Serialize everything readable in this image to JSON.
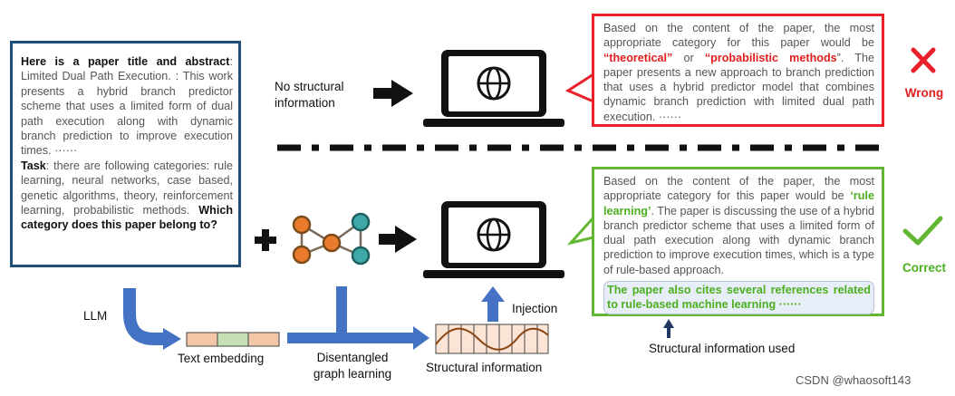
{
  "prompt": {
    "heading": "Here is a paper title and abstract",
    "abstract": ": Limited Dual Path Execution. : This work presents a hybrid branch predictor scheme that uses a limited form of dual path execution along with dynamic branch prediction to improve execution times. ······",
    "task_label": "Task",
    "task_text": ": there are following categories: rule learning, neural networks, case based, genetic algorithms, theory, reinforcement learning, probabilistic methods.",
    "question": "Which category does this paper belong to?"
  },
  "labels": {
    "no_structural_line1": "No structural",
    "no_structural_line2": "information",
    "llm": "LLM",
    "text_embedding": "Text embedding",
    "disentangled_line1": "Disentangled",
    "disentangled_line2": "graph learning",
    "structural_information": "Structural information",
    "injection": "Injection",
    "structural_used": "Structural information used"
  },
  "wrong_answer": {
    "text_before": "Based on the content of the paper, the most appropriate category for this paper would be ",
    "option1": "“theoretical”",
    "or": " or ",
    "option2": "“probabilistic methods",
    "text_after": "”. The paper presents a new approach to branch prediction that uses a hybrid predictor model that combines dynamic branch prediction with limited dual path execution. ······",
    "verdict": "Wrong"
  },
  "correct_answer": {
    "text_before": "Based on the content of the paper, the most appropriate category for this paper would be ",
    "option": "‘rule learning’",
    "text_after": ". The paper is discussing the use of a hybrid branch predictor scheme that uses a limited form of dual path execution along with dynamic branch prediction to improve execution times, which is a type of rule-based approach.",
    "highlight": "The paper also cites several references related to rule-based machine learning ······",
    "verdict": "Correct"
  },
  "colors": {
    "wrong": "#e8212b",
    "correct": "#63b632",
    "arrow_blue": "#4472c4",
    "box_border": "#1f4e79",
    "graph_orange": "#e87b2c",
    "graph_teal": "#3fa9a9",
    "embedding_cells": [
      "#f4c6a8",
      "#c5e0b4",
      "#f4c6a8"
    ]
  },
  "watermark": "CSDN @whaosoft143"
}
